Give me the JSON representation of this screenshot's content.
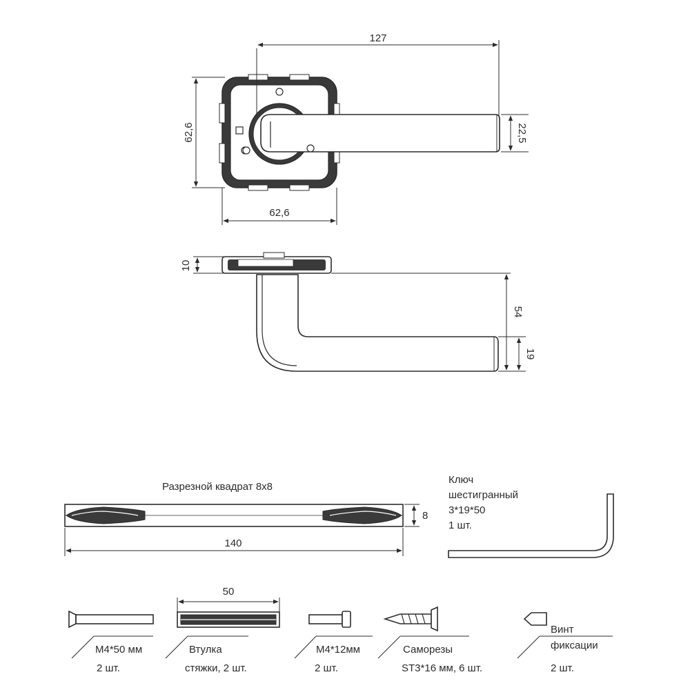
{
  "dimensions": {
    "handle_length": "127",
    "rosette_height": "62,6",
    "rosette_width": "62,6",
    "lever_width": "22,5",
    "rosette_thickness": "10",
    "handle_projection": "54",
    "lever_thickness": "19",
    "spindle_length": "140",
    "spindle_section": "8",
    "bushing_length": "50"
  },
  "spindle": {
    "title": "Разрезной квадрат 8х8"
  },
  "hex_key": {
    "line1": "Ключ",
    "line2": "шестигранный",
    "line3": "3*19*50",
    "line4": "1 шт."
  },
  "parts": [
    {
      "name": "M4*50 мм",
      "name2": "",
      "qty": "2 шт."
    },
    {
      "name": "Втулка",
      "name2": "",
      "qty": "стяжки, 2 шт."
    },
    {
      "name": "M4*12мм",
      "name2": "",
      "qty": "2 шт."
    },
    {
      "name": "Саморезы",
      "name2": "",
      "qty": "ST3*16 мм, 6 шт."
    },
    {
      "name": "Винт",
      "name2": "фиксации",
      "qty": "2 шт."
    }
  ],
  "colors": {
    "line": "#2b2b2b",
    "fill_dark": "#3a3a3a",
    "background": "#ffffff"
  }
}
